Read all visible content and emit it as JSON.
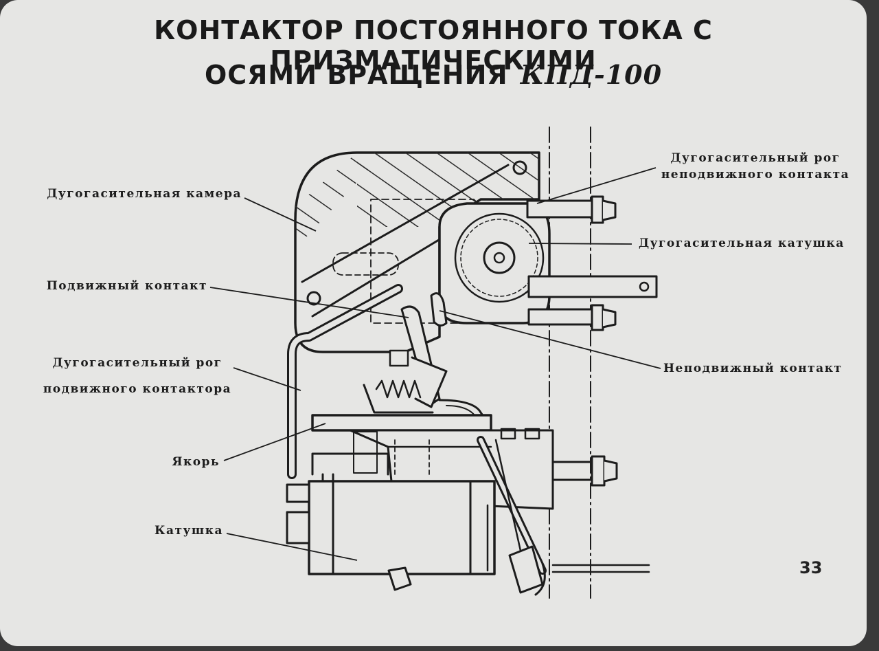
{
  "title": {
    "line1": "КОНТАКТОР ПОСТОЯННОГО ТОКА С ПРИЗМАТИЧЕСКИМИ",
    "line2_prefix": "ОСЯМИ ВРАЩЕНИЯ",
    "line2_model": "КПД-100"
  },
  "labels": {
    "arc_chute": "Дугогасительная камера",
    "moving_contact": "Подвижный контакт",
    "moving_horn_1": "Дугогасительный рог",
    "moving_horn_2": "подвижного контактора",
    "armature": "Якорь",
    "coil": "Катушка",
    "fixed_horn_1": "Дугогасительный рог",
    "fixed_horn_2": "неподвижного контакта",
    "blowout_coil": "Дугогасительная катушка",
    "fixed_contact": "Неподвижный контакт"
  },
  "page_number": "33",
  "colors": {
    "paper": "#e6e6e4",
    "ink": "#1c1c1c",
    "hatch": "#2a2a2a"
  }
}
